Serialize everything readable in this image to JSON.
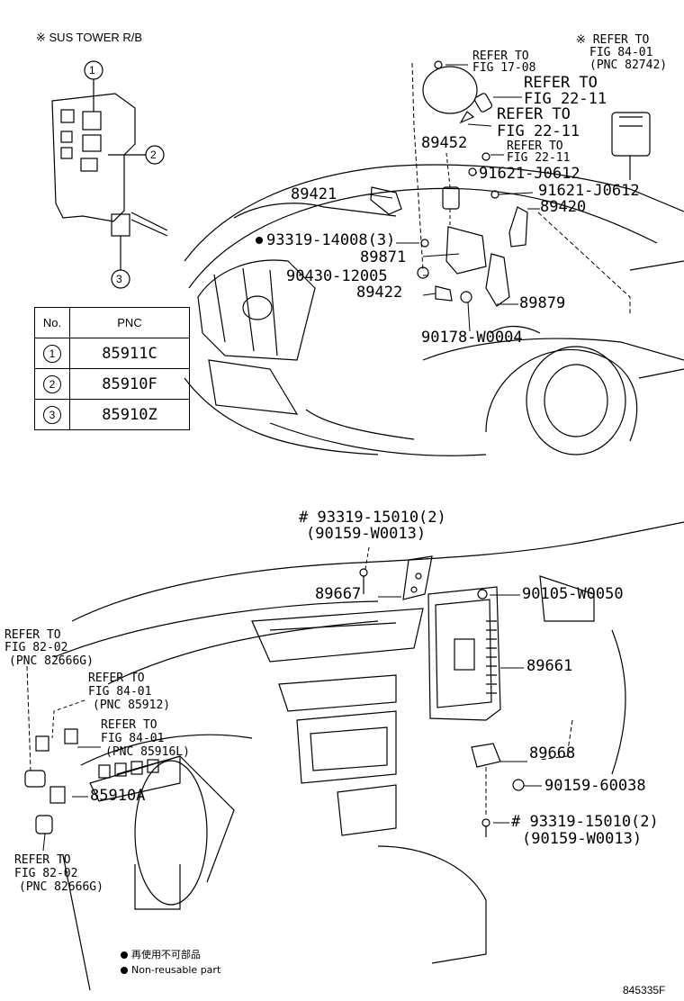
{
  "relay_box": {
    "title": "※  SUS TOWER R/B",
    "callouts": [
      "1",
      "2",
      "3"
    ]
  },
  "pnc_table": {
    "headers": [
      "No.",
      "PNC"
    ],
    "rows": [
      {
        "no": "1",
        "pnc": "85911C"
      },
      {
        "no": "2",
        "pnc": "85910F"
      },
      {
        "no": "3",
        "pnc": "85910Z"
      }
    ]
  },
  "upper_labels": {
    "refer_17_08_a": "REFER TO",
    "refer_17_08_b": "FIG 17-08",
    "refer_84_01_a": "※ REFER TO",
    "refer_84_01_b": "FIG 84-01",
    "refer_84_01_c": "(PNC 82742)",
    "refer_22_11_1a": "REFER TO",
    "refer_22_11_1b": "FIG 22-11",
    "refer_22_11_2a": "REFER TO",
    "refer_22_11_2b": "FIG 22-11",
    "refer_22_11_3a": "REFER TO",
    "refer_22_11_3b": "FIG 22-11",
    "p89452": "89452",
    "p91621_a": "91621-J0612",
    "p91621_b": "91621-J0612",
    "p89421": "89421",
    "p89420": "89420",
    "p93319_14008": "93319-14008(3)",
    "p89871": "89871",
    "p90430": "90430-12005",
    "p89422": "89422",
    "p89879": "89879",
    "p90178": "90178-W0004"
  },
  "lower_labels": {
    "p93319_15010_top": "# 93319-15010(2)",
    "p90159_w0013_top": "(90159-W0013)",
    "p89667": "89667",
    "p90105": "90105-W0050",
    "p89661": "89661",
    "p89668": "89668",
    "p90159_60038": "90159-60038",
    "p93319_15010_bot": "# 93319-15010(2)",
    "p90159_w0013_bot": "(90159-W0013)",
    "refer_82_02_top_a": "REFER TO",
    "refer_82_02_top_b": "FIG 82-02",
    "refer_82_02_top_c": "(PNC 82666G)",
    "refer_84_01_12_a": "REFER TO",
    "refer_84_01_12_b": "FIG 84-01",
    "refer_84_01_12_c": "(PNC 85912)",
    "refer_84_01_16_a": "REFER TO",
    "refer_84_01_16_b": "FIG 84-01",
    "refer_84_01_16_c": "(PNC 85916L)",
    "p85910A": "85910A",
    "refer_82_02_bot_a": "REFER TO",
    "refer_82_02_bot_b": "FIG 82-02",
    "refer_82_02_bot_c": "(PNC 82666G)"
  },
  "legend": {
    "jp": "再使用不可部品",
    "en": "Non-reusable part"
  },
  "figure_id": "845335F"
}
